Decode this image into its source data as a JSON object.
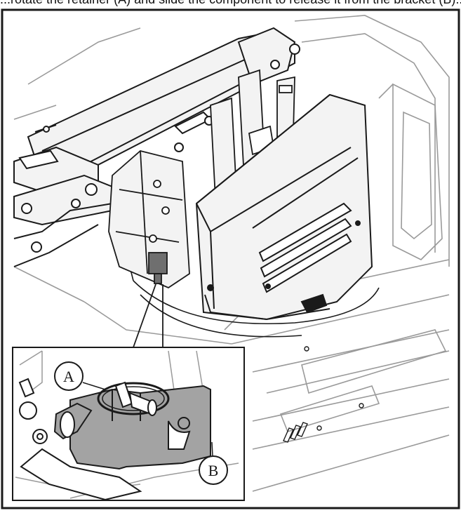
{
  "caption_fragment": "...rotate the retainer (A) and slide the component to release it from the bracket (B)...",
  "callouts": {
    "a": "A",
    "b": "B"
  },
  "colors": {
    "line": "#1a1a1a",
    "light_line": "#9a9a9a",
    "part_fill": "#f3f3f3",
    "highlight_fill": "#a3a3a3",
    "background": "#ffffff"
  }
}
